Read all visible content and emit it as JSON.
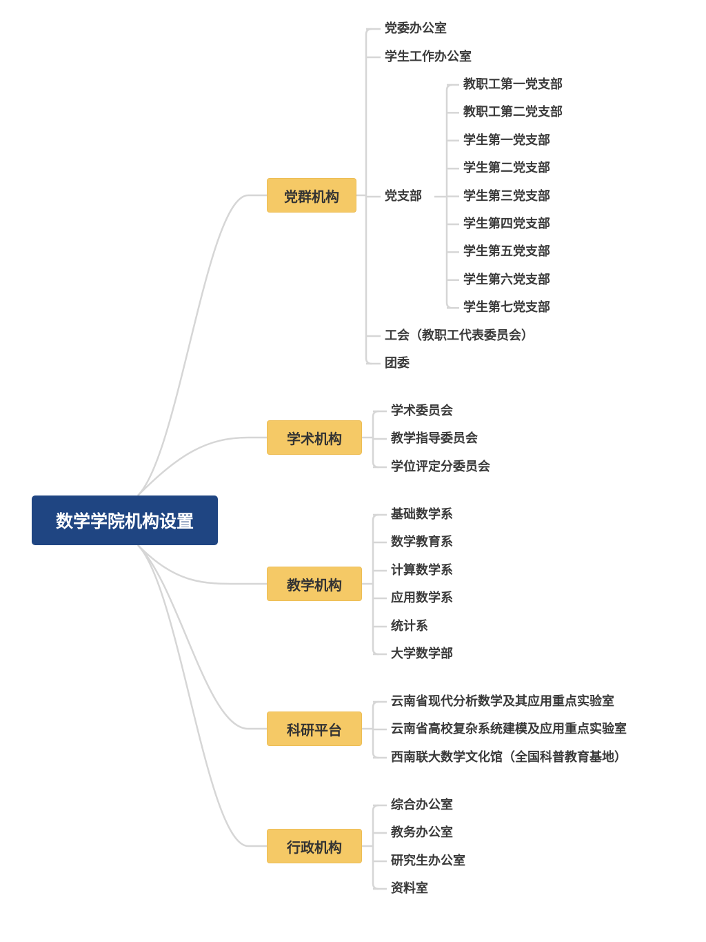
{
  "root": {
    "label": "数学学院机构设置"
  },
  "branches": [
    {
      "label": "党群机构",
      "children": [
        {
          "label": "党委办公室"
        },
        {
          "label": "学生工作办公室"
        },
        {
          "label": "党支部",
          "children": [
            {
              "label": "教职工第一党支部"
            },
            {
              "label": "教职工第二党支部"
            },
            {
              "label": "学生第一党支部"
            },
            {
              "label": "学生第二党支部"
            },
            {
              "label": "学生第三党支部"
            },
            {
              "label": "学生第四党支部"
            },
            {
              "label": "学生第五党支部"
            },
            {
              "label": "学生第六党支部"
            },
            {
              "label": "学生第七党支部"
            }
          ]
        },
        {
          "label": "工会（教职工代表委员会）"
        },
        {
          "label": "团委"
        }
      ]
    },
    {
      "label": "学术机构",
      "children": [
        {
          "label": "学术委员会"
        },
        {
          "label": "教学指导委员会"
        },
        {
          "label": "学位评定分委员会"
        }
      ]
    },
    {
      "label": "教学机构",
      "children": [
        {
          "label": "基础数学系"
        },
        {
          "label": "数学教育系"
        },
        {
          "label": "计算数学系"
        },
        {
          "label": "应用数学系"
        },
        {
          "label": "统计系"
        },
        {
          "label": "大学数学部"
        }
      ]
    },
    {
      "label": "科研平台",
      "children": [
        {
          "label": "云南省现代分析数学及其应用重点实验室"
        },
        {
          "label": "云南省高校复杂系统建模及应用重点实验室"
        },
        {
          "label": "西南联大数学文化馆（全国科普教育基地）"
        }
      ]
    },
    {
      "label": "行政机构",
      "children": [
        {
          "label": "综合办公室"
        },
        {
          "label": "教务办公室"
        },
        {
          "label": "研究生办公室"
        },
        {
          "label": "资料室"
        }
      ]
    }
  ],
  "colors": {
    "root": "#1f4582",
    "branch": "#f5c966",
    "line": "#d6d6d6"
  }
}
